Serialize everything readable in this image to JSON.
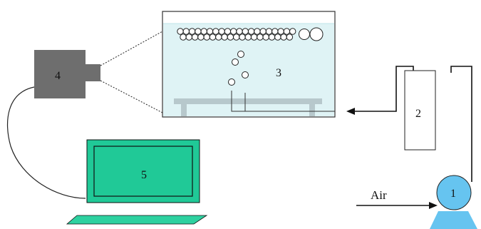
{
  "labels": {
    "camera": "4",
    "tank": "3",
    "flowmeter": "2",
    "pump": "1",
    "laptop": "5",
    "air": "Air"
  },
  "colors": {
    "tank_water": "#dff3f5",
    "tank_border": "#333333",
    "camera": "#6e6e6e",
    "laptop": "#20c997",
    "laptop_base": "#2ed1a0",
    "pump": "#66c4f0",
    "stroke": "#111111"
  }
}
